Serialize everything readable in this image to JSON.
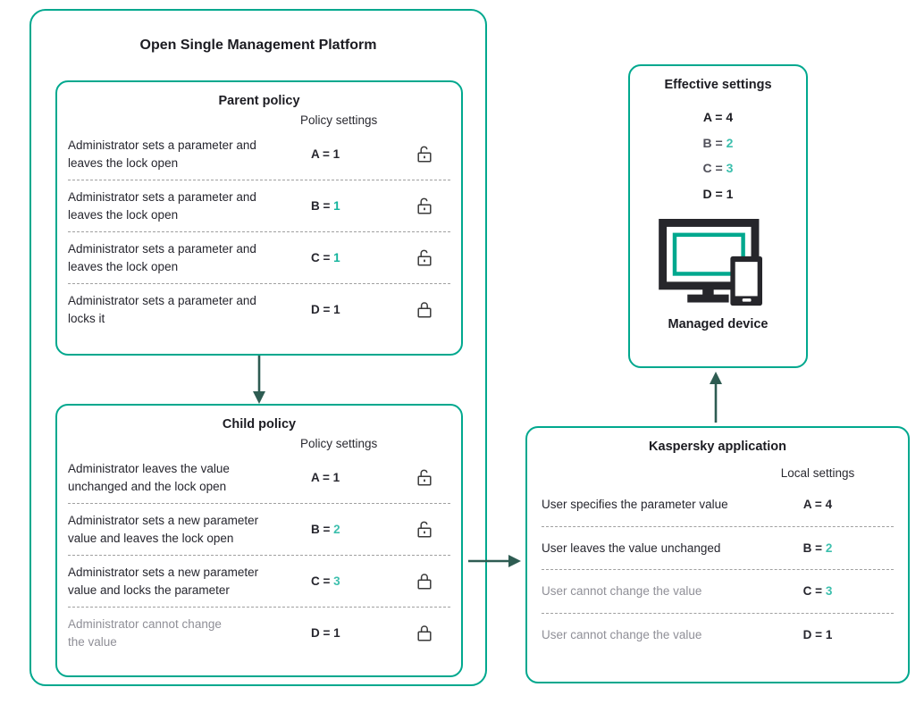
{
  "colors": {
    "border_teal": "#00a88e",
    "accent_teal": "#3cbfad",
    "accent_teal_bright": "#12b39c",
    "text_dark": "#26262e",
    "text_muted": "#8f8f97",
    "arrow_green": "#2e5c52"
  },
  "osmp": {
    "title": "Open Single Management Platform",
    "parent_policy": {
      "title": "Parent policy",
      "settings_header": "Policy settings",
      "rows": [
        {
          "text": "Administrator sets a parameter and\nleaves the lock open",
          "text_color": "#26262e",
          "letter": "A",
          "value": "1",
          "letter_color": "#26262e",
          "value_color": "#26262e",
          "lock": "open"
        },
        {
          "text": "Administrator sets a parameter and\nleaves the lock open",
          "text_color": "#26262e",
          "letter": "B",
          "value": "1",
          "letter_color": "#26262e",
          "value_color": "#12b39c",
          "lock": "open"
        },
        {
          "text": "Administrator sets a parameter and\nleaves the lock open",
          "text_color": "#26262e",
          "letter": "C",
          "value": "1",
          "letter_color": "#26262e",
          "value_color": "#12b39c",
          "lock": "open"
        },
        {
          "text": "Administrator sets a parameter and\nlocks it",
          "text_color": "#26262e",
          "letter": "D",
          "value": "1",
          "letter_color": "#26262e",
          "value_color": "#26262e",
          "lock": "closed"
        }
      ]
    },
    "child_policy": {
      "title": "Child policy",
      "settings_header": "Policy settings",
      "rows": [
        {
          "text": "Administrator leaves the value\nunchanged  and the lock open",
          "text_color": "#26262e",
          "letter": "A",
          "value": "1",
          "letter_color": "#26262e",
          "value_color": "#26262e",
          "lock": "open"
        },
        {
          "text": "Administrator sets a new parameter\nvalue and leaves the lock open",
          "text_color": "#26262e",
          "letter": "B",
          "value": "2",
          "letter_color": "#26262e",
          "value_color": "#3cbfad",
          "lock": "open"
        },
        {
          "text": "Administrator sets a new parameter\nvalue and locks the parameter",
          "text_color": "#26262e",
          "letter": "C",
          "value": "3",
          "letter_color": "#26262e",
          "value_color": "#3cbfad",
          "lock": "closed"
        },
        {
          "text": "Administrator cannot change\nthe value",
          "text_color": "#8f8f97",
          "letter": "D",
          "value": "1",
          "letter_color": "#26262e",
          "value_color": "#26262e",
          "lock": "closed"
        }
      ]
    }
  },
  "effective_settings": {
    "title": "Effective settings",
    "items": [
      {
        "letter": "A",
        "value": "4",
        "letter_color": "#1c1c22",
        "value_color": "#1c1c22"
      },
      {
        "letter": "B",
        "value": "2",
        "letter_color": "#50505a",
        "value_color": "#3cbfad"
      },
      {
        "letter": "C",
        "value": "3",
        "letter_color": "#50505a",
        "value_color": "#3cbfad"
      },
      {
        "letter": "D",
        "value": "1",
        "letter_color": "#1c1c22",
        "value_color": "#1c1c22"
      }
    ],
    "device_label": "Managed device"
  },
  "kaspersky_application": {
    "title": "Kaspersky application",
    "settings_header": "Local settings",
    "rows": [
      {
        "text": "User specifies the parameter value",
        "text_color": "#26262e",
        "letter": "A",
        "value": "4",
        "letter_color": "#26262e",
        "value_color": "#26262e"
      },
      {
        "text": "User leaves the value unchanged",
        "text_color": "#26262e",
        "letter": "B",
        "value": "2",
        "letter_color": "#26262e",
        "value_color": "#3cbfad"
      },
      {
        "text": "User cannot change the value",
        "text_color": "#8f8f97",
        "letter": "C",
        "value": "3",
        "letter_color": "#26262e",
        "value_color": "#3cbfad"
      },
      {
        "text": "User cannot change the value",
        "text_color": "#8f8f97",
        "letter": "D",
        "value": "1",
        "letter_color": "#26262e",
        "value_color": "#26262e"
      }
    ]
  }
}
